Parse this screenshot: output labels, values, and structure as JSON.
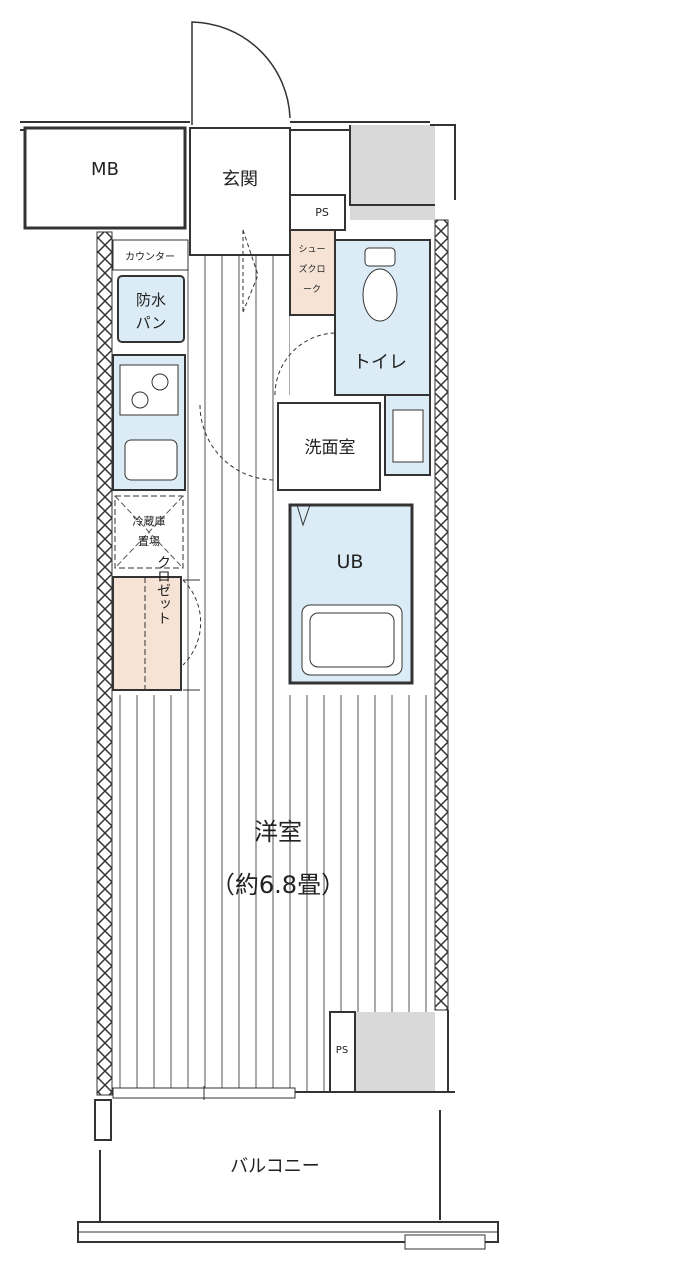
{
  "rooms": {
    "mb": "MB",
    "entrance": "玄関",
    "ps_top": "PS",
    "shoe_closet": [
      "シュー",
      "ズクロ",
      "ーク"
    ],
    "counter": "カウンター",
    "washer_pan": [
      "防水",
      "パン"
    ],
    "fridge_space": [
      "冷蔵庫",
      "置場"
    ],
    "closet": "クロゼット",
    "toilet": "トイレ",
    "washroom": "洗面室",
    "bath": "UB",
    "western_room": "洋室",
    "western_room_size": "（約6.8畳）",
    "ps_bottom": "PS",
    "balcony": "バルコニー"
  },
  "colors": {
    "wet_area": "#dcecf7",
    "storage": "#f7e3d6",
    "shaded": "#d9d9d9",
    "wall": "#333333"
  }
}
